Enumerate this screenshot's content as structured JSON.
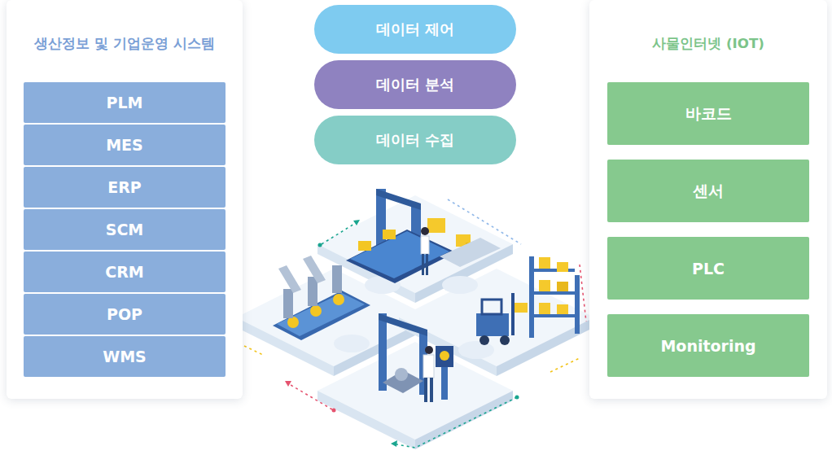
{
  "diagram": {
    "nodes": [
      {
        "text": [
          "생산정보 및 기업운영 시스템"
        ]
      },
      {
        "text": [
          "PLM"
        ],
        "in": 0
      },
      {
        "text": [
          "MES"
        ],
        "in": 0
      },
      {
        "text": [
          "ERP"
        ],
        "in": 0
      },
      {
        "text": [
          "SCM"
        ],
        "in": 0
      },
      {
        "text": [
          "CRM"
        ],
        "in": 0
      },
      {
        "text": [
          "POP"
        ],
        "in": 0
      },
      {
        "text": [
          "WMS"
        ],
        "in": 0
      },
      {
        "text": [
          "데이터 제어"
        ]
      },
      {
        "text": [
          "데이터 분석"
        ]
      },
      {
        "text": [
          "데이터 수집"
        ]
      },
      {
        "text": [
          "사물인터넷 (IOT)"
        ]
      },
      {
        "text": [
          "바코드"
        ],
        "in": 11
      },
      {
        "text": [
          "센서"
        ],
        "in": 11
      },
      {
        "text": [
          "PLC"
        ],
        "in": 11
      },
      {
        "text": [
          "Monitoring"
        ],
        "in": 11
      }
    ],
    "edges": []
  }
}
